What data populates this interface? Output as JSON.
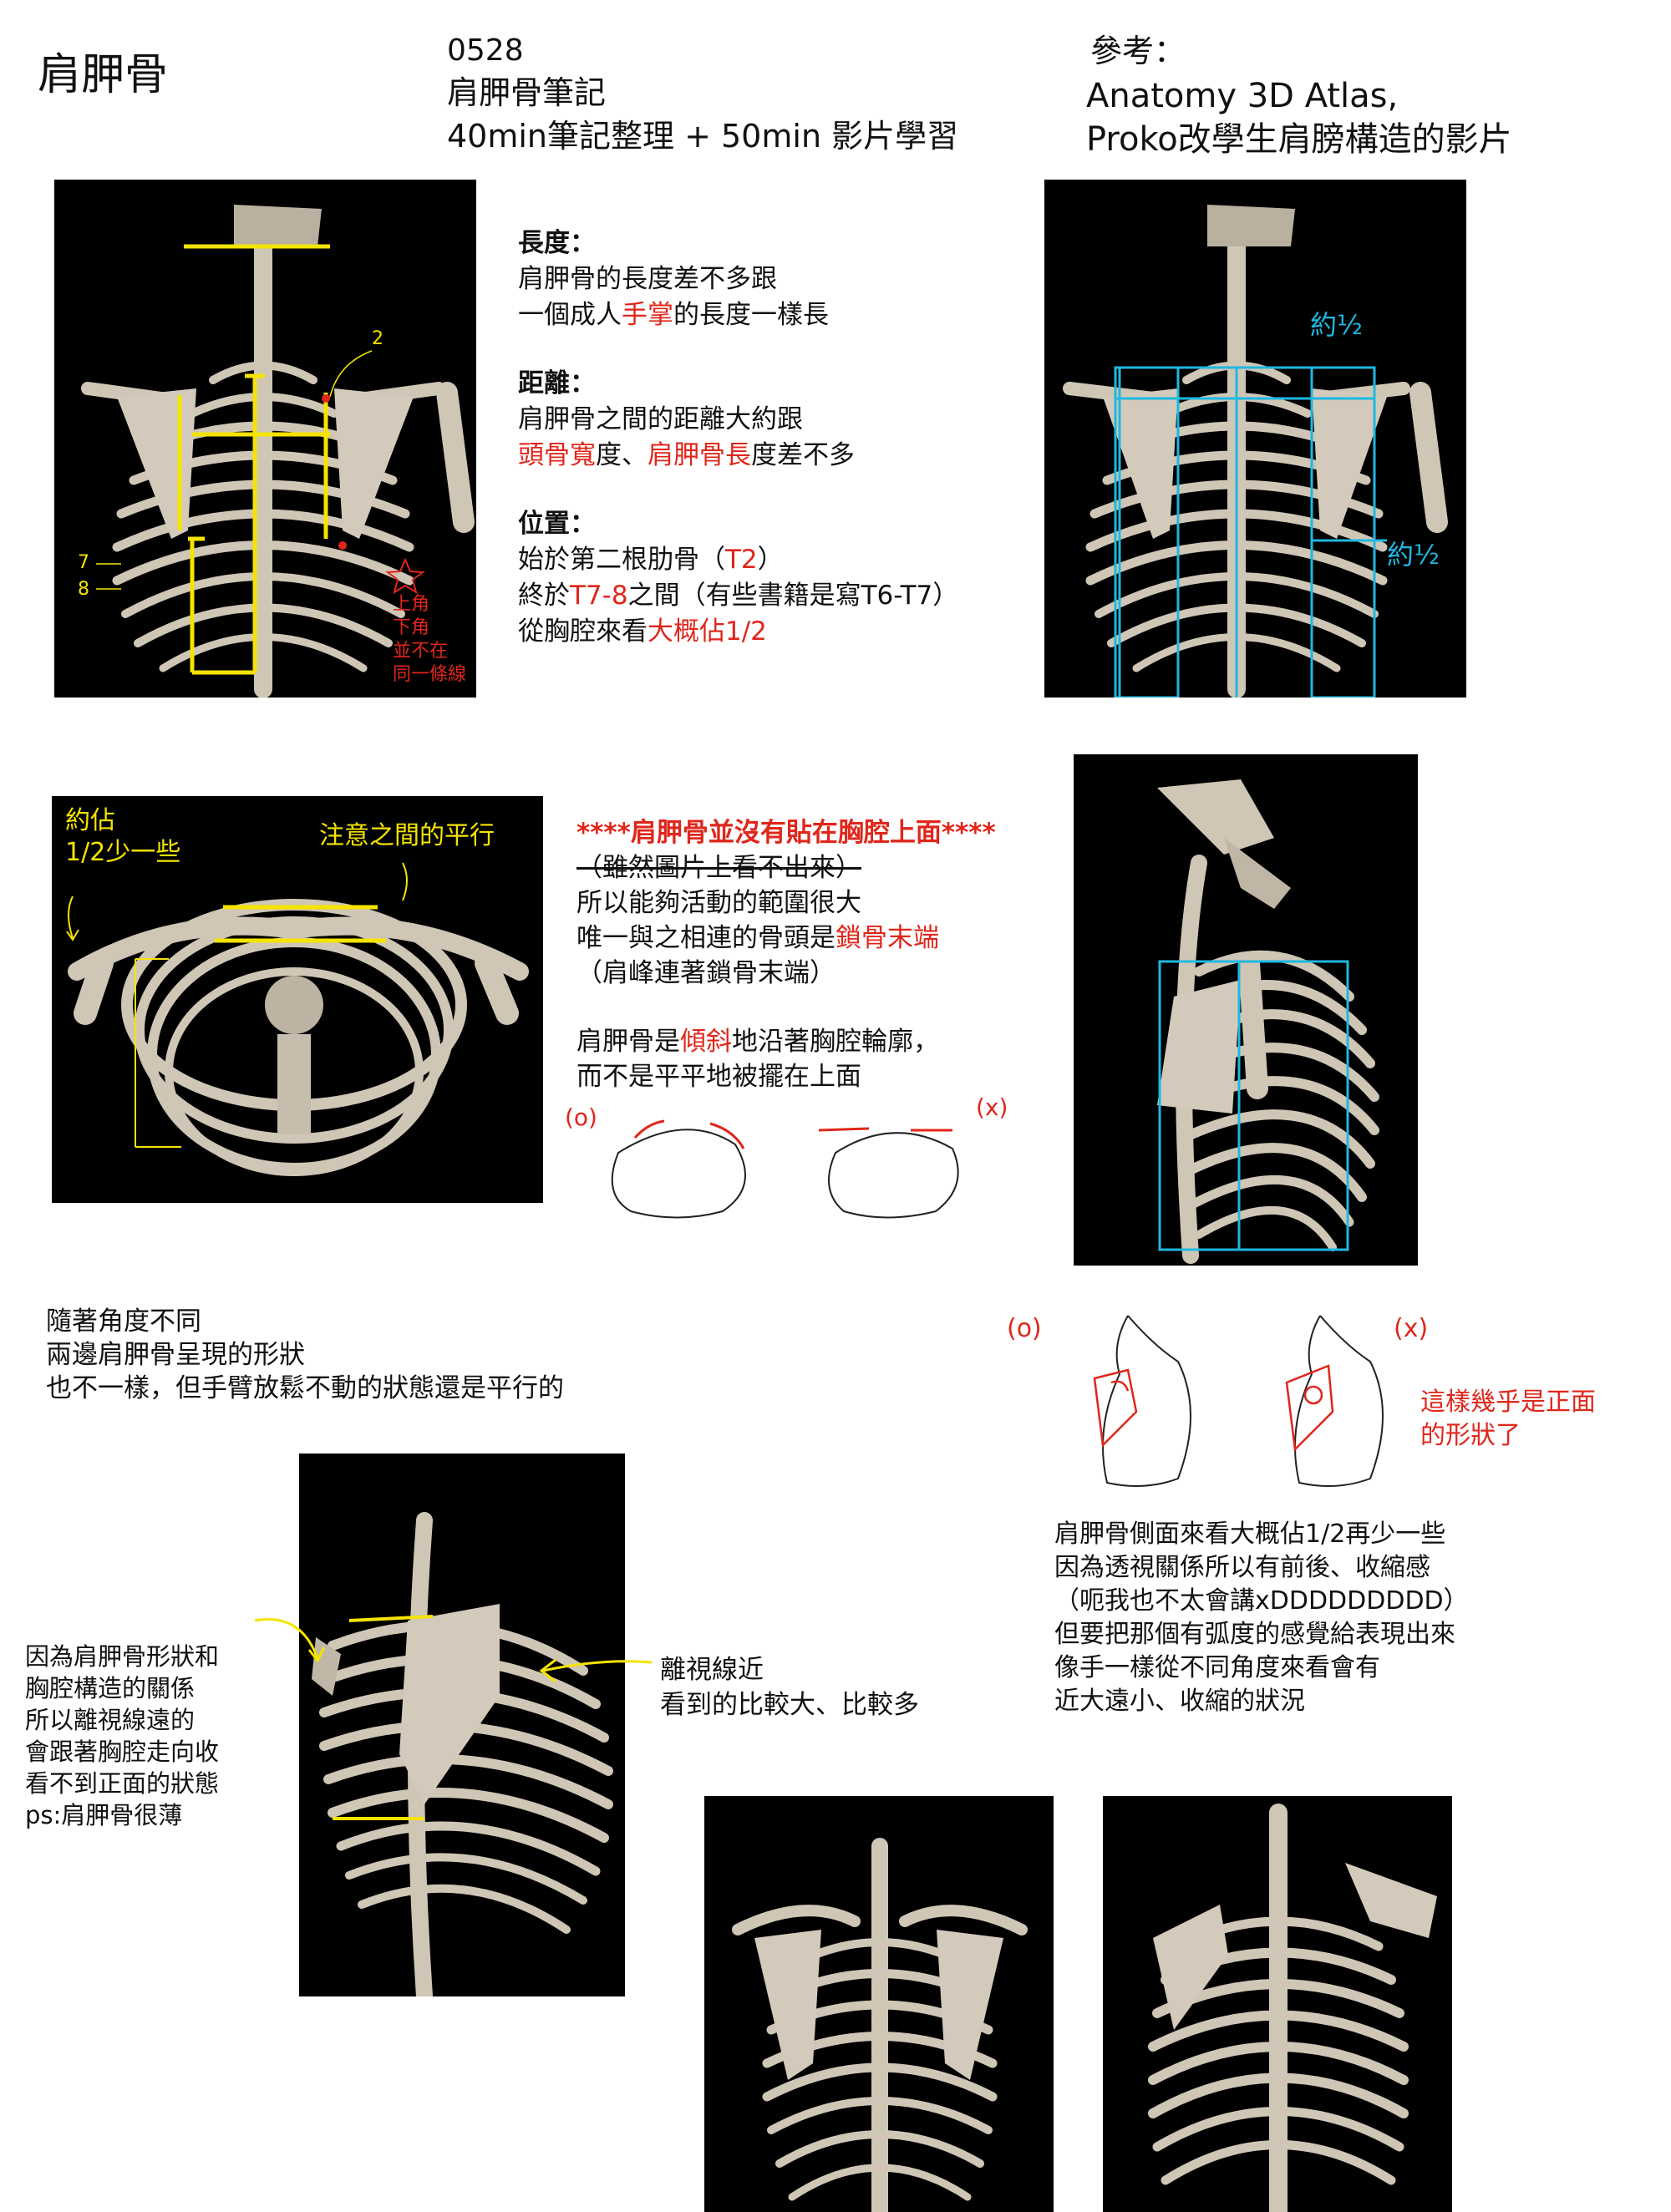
{
  "header": {
    "title": "肩胛骨",
    "date": "0528",
    "subtitle_1": "肩胛骨筆記",
    "subtitle_2": "40min筆記整理 + 50min 影片學習",
    "ref_label": "參考：",
    "ref_1": "Anatomy 3D Atlas,",
    "ref_2": "Proko改學生肩膀構造的影片"
  },
  "notes1": {
    "length_head": "長度：",
    "length_1": "肩胛骨的長度差不多跟",
    "length_2a": "一個成人",
    "length_2b": "手掌",
    "length_2c": "的長度一樣長",
    "dist_head": "距離：",
    "dist_1": "肩胛骨之間的距離大約跟",
    "dist_2a": "頭骨寬",
    "dist_2b": "度、",
    "dist_2c": "肩胛骨長",
    "dist_2d": "度差不多",
    "pos_head": "位置：",
    "pos_1a": "始於第二根肋骨（",
    "pos_1b": "T2",
    "pos_1c": "）",
    "pos_2a": "終於",
    "pos_2b": "T7-8",
    "pos_2c": "之間（有些書籍是寫T6-T7）",
    "pos_3a": "從胸腔來看",
    "pos_3b": "大概佔1/2"
  },
  "img1": {
    "label_2": "2",
    "label_7": "7",
    "label_8": "8",
    "note_1": "上角",
    "note_2": "下角",
    "note_3": "並不在",
    "note_4": "同一條線"
  },
  "img2": {
    "about_half_top": "約½",
    "about_half_right": "約½"
  },
  "img3": {
    "left_1": "約佔",
    "left_2": "1/2少一些",
    "right": "注意之間的平行"
  },
  "notes2": {
    "warning": "****肩胛骨並沒有貼在胸腔上面****",
    "strike": "（雖然圖片上看不出來）",
    "l1": "所以能夠活動的範圍很大",
    "l2a": "唯一與之相連的骨頭是",
    "l2b": "鎖骨末端",
    "l3": "（肩峰連著鎖骨末端）",
    "l4a": "肩胛骨是",
    "l4b": "傾斜",
    "l4c": "地沿著胸腔輪廓，",
    "l5": "而不是平平地被擺在上面",
    "ok": "(o)",
    "ng": "(x)"
  },
  "notes3": {
    "l1": "隨著角度不同",
    "l2": "兩邊肩胛骨呈現的形狀",
    "l3": "也不一樣，但手臂放鬆不動的狀態還是平行的"
  },
  "side_sketch": {
    "ok": "(o)",
    "ng": "(x)",
    "note_1": "這樣幾乎是正面",
    "note_2": "的形狀了"
  },
  "notes4": {
    "l1": "因為肩胛骨形狀和",
    "l2": "胸腔構造的關係",
    "l3": "所以離視線遠的",
    "l4": "會跟著胸腔走向收",
    "l5": "看不到正面的狀態",
    "l6": "ps:肩胛骨很薄"
  },
  "notes5": {
    "l1": "離視線近",
    "l2": "看到的比較大、比較多"
  },
  "notes6": {
    "l1": "肩胛骨側面來看大概佔1/2再少一些",
    "l2": "因為透視關係所以有前後、收縮感",
    "l3": "（呃我也不太會講xDDDDDDDDD）",
    "l4": "但要把那個有弧度的感覺給表現出來",
    "l5": "像手一樣從不同角度來看會有",
    "l6": "近大遠小、收縮的狀況"
  },
  "colors": {
    "red": "#e0261b",
    "yellow": "#f5e400",
    "cyan": "#1fb8e0",
    "bone": "#cfc6b6"
  }
}
